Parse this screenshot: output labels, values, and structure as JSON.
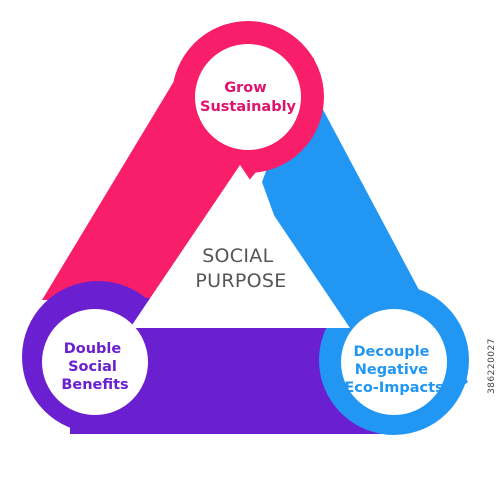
{
  "colors": {
    "pink": "#f81e6a",
    "blue": "#2196f3",
    "purple": "#6a1fd1",
    "center_text": "#555555",
    "white": "#ffffff"
  },
  "nodes": {
    "top": {
      "lines": [
        "Grow",
        "Sustainably"
      ],
      "color": "#e0136c"
    },
    "bottom_left": {
      "lines": [
        "Double",
        "Social",
        "Benefits"
      ],
      "color": "#6a1fd1"
    },
    "bottom_right": {
      "lines": [
        "Decouple",
        "Negative",
        "Eco-Impacts"
      ],
      "color": "#2196f3"
    }
  },
  "center": {
    "lines": [
      "SOCIAL",
      "PURPOSE"
    ]
  },
  "side_text": "386220027"
}
